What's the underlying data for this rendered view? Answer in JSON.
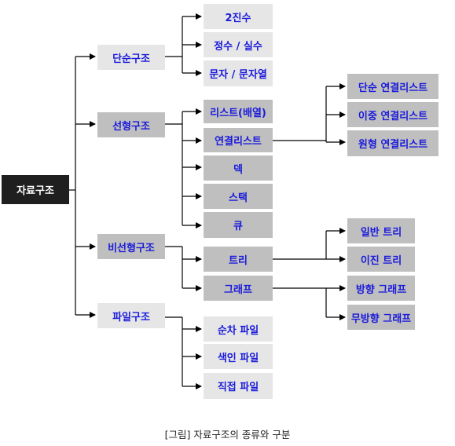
{
  "root": "자료구조",
  "categories": [
    {
      "label": "단순구조",
      "children": [
        "2진수",
        "정수 / 실수",
        "문자 / 문자열"
      ]
    },
    {
      "label": "선형구조",
      "children": [
        "리스트(배열)",
        "연결리스트",
        "덱",
        "스택",
        "큐"
      ],
      "sub": {
        "parent": "연결리스트",
        "children": [
          "단순 연결리스트",
          "이중 연결리스트",
          "원형 연결리스트"
        ]
      }
    },
    {
      "label": "비선형구조",
      "children": [
        "트리",
        "그래프"
      ],
      "tree_children": [
        "일반 트리",
        "이진 트리"
      ],
      "graph_children": [
        "방향 그래프",
        "무방향 그래프"
      ]
    },
    {
      "label": "파일구조",
      "children": [
        "순차 파일",
        "색인 파일",
        "직접 파일"
      ]
    }
  ],
  "caption": "[그림] 자료구조의 종류와 구분"
}
